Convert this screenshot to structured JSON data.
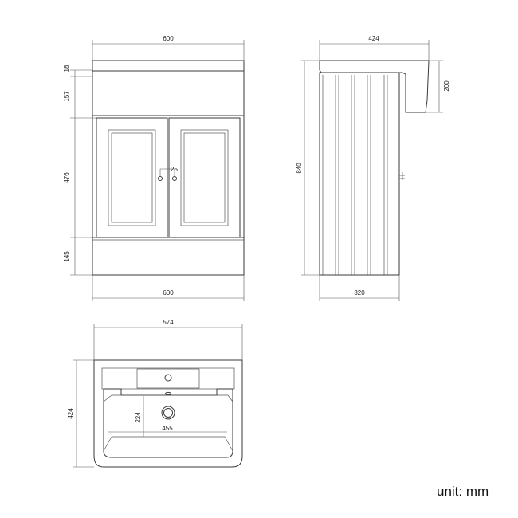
{
  "front_view": {
    "top_width": "600",
    "bottom_width": "600",
    "heights": [
      "18",
      "157",
      "476",
      "145"
    ],
    "handle_spacing": "25"
  },
  "side_view": {
    "top_depth": "424",
    "bottom_depth": "320",
    "total_height": "840",
    "basin_height": "200"
  },
  "top_view": {
    "width": "574",
    "depth": "424",
    "bowl_width": "455",
    "bowl_depth": "224"
  },
  "unit_label": "unit: mm"
}
